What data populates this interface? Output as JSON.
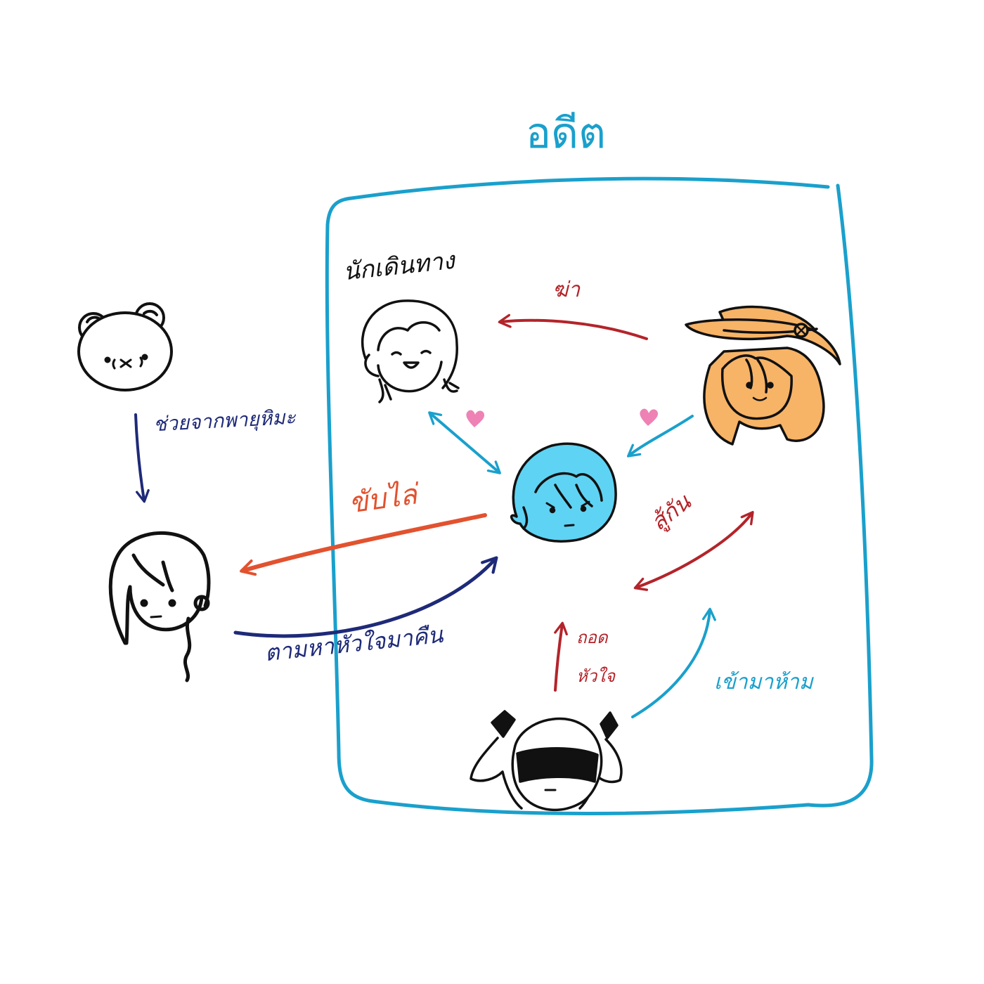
{
  "title": "อดีต",
  "characters": {
    "traveler_label": "นักเดินทาง"
  },
  "relations": {
    "kill": "ฆ่า",
    "escaped_storm": "ช่วยจากพายุหิมะ",
    "expel": "ขับไล่",
    "fight": "สู้กัน",
    "search_heart": "ตามหาหัวใจมาคืน",
    "pluck_heart_line1": "ถอด",
    "pluck_heart_line2": "หัวใจ",
    "come_stop": "เข้ามาห้าม"
  },
  "colors": {
    "frame": "#1aa0cc",
    "red": "#b3242a",
    "orange_red": "#e2522f",
    "navy": "#1e2a78",
    "cyan": "#1aa0cc",
    "blue_face": "#5fd3f3",
    "orange_face": "#f7b366",
    "heart": "#ee82b4"
  },
  "icons": [
    "bear-icon",
    "braided-girl-icon",
    "traveler-icon",
    "hat-girl-icon",
    "blue-hair-boy-icon",
    "horned-girl-icon",
    "heart-icon",
    "arrow-icon"
  ]
}
